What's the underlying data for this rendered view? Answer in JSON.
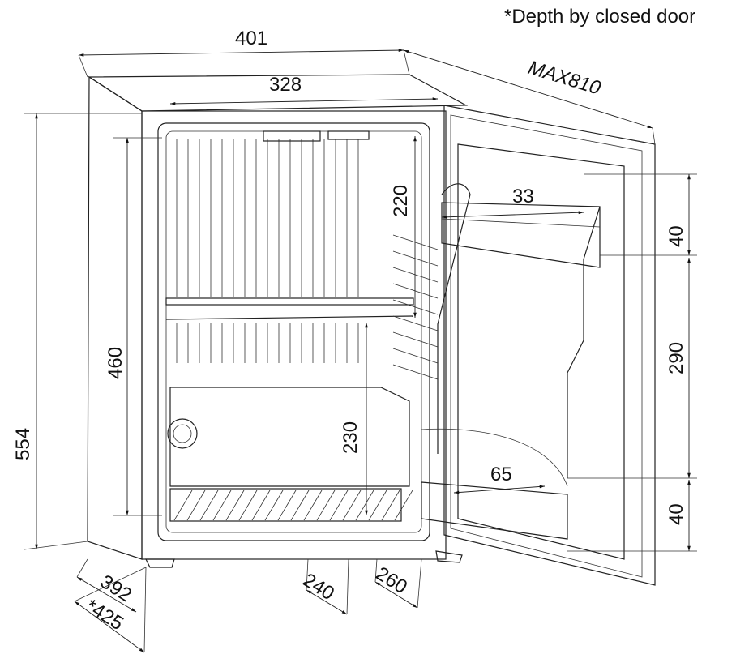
{
  "note": "*Depth by closed door",
  "dimensions": {
    "overall_width": "401",
    "inner_width": "328",
    "max_depth_open": "MAX810",
    "overall_height": "554",
    "inner_height": "460",
    "upper_compartment_height": "220",
    "lower_compartment_height": "230",
    "door_shelf_depth_top": "33",
    "door_shelf_height_top": "40",
    "door_shelf_spacing": "290",
    "door_shelf_depth_bottom": "65",
    "door_shelf_height_bottom": "40",
    "depth": "392",
    "depth_closed_door": "*425",
    "inner_depth_shelf": "240",
    "inner_depth_bottom": "260"
  }
}
